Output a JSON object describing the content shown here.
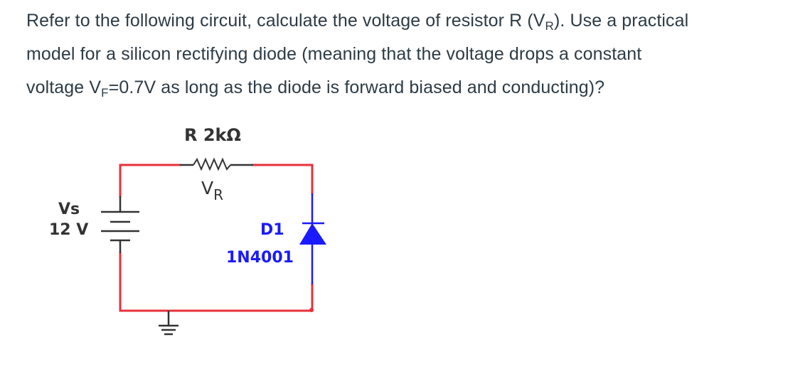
{
  "question": {
    "line1_pre": "Refer to the following circuit, calculate the voltage of resistor R (V",
    "line1_sub": "R",
    "line1_post": "). Use a practical",
    "line2": "model for a silicon rectifying diode (meaning that the voltage drops a constant",
    "line3_pre": "voltage V",
    "line3_sub": "F",
    "line3_post": "=0.7V as long as the diode is forward biased and conducting)?"
  },
  "circuit": {
    "resistor": {
      "label": "R 2kΩ",
      "voltage_main": "V",
      "voltage_sub": "R",
      "value_ohms": 2000
    },
    "source": {
      "name": "Vs",
      "value": "12 V",
      "volts": 12
    },
    "diode": {
      "ref": "D1",
      "part": "1N4001",
      "forward_voltage": 0.7
    },
    "colors": {
      "wire": "#e8303a",
      "component": "#333333",
      "diode": "#1a1aff",
      "text": "#2d3b45"
    }
  }
}
